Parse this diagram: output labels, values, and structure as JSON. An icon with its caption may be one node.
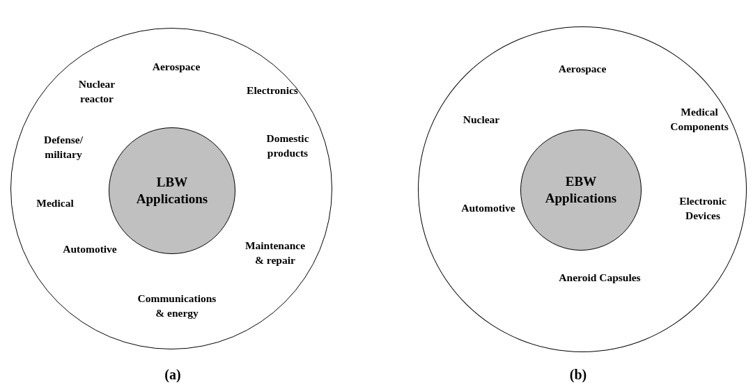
{
  "diagram": {
    "nodes": [
      {
        "text": [
          "Aerospace",
          "Nuclear reactor",
          "Electronics",
          "Defense/ military",
          "Domestic products",
          "Medical",
          "Automotive",
          "Maintenance & repair",
          "Communications & energy"
        ],
        "beside": [
          "(a)"
        ]
      },
      {
        "text": [
          "LBW Applications"
        ],
        "in": 0
      },
      {
        "text": [
          "Aerospace",
          "Nuclear",
          "Medical Components",
          "Automotive",
          "Electronic Devices",
          "Aneroid Capsules"
        ],
        "beside": [
          "(b)"
        ]
      },
      {
        "text": [
          "EBW Applications"
        ],
        "in": 2
      }
    ],
    "edges": []
  }
}
